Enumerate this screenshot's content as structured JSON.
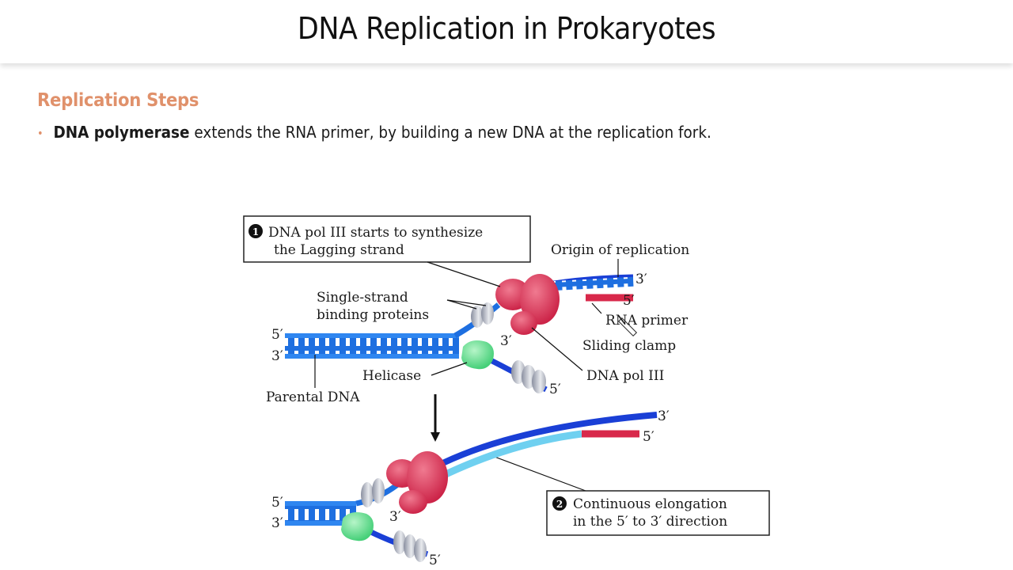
{
  "header": {
    "title": "DNA Replication in Prokaryotes"
  },
  "content": {
    "section_heading": "Replication Steps",
    "bullets": [
      {
        "bold": "DNA polymerase",
        "text": " extends the RNA primer, by building a new DNA at the replication fork."
      }
    ]
  },
  "diagram": {
    "callout1": {
      "number": "1",
      "line1": "DNA pol III starts to synthesize",
      "line2": "the Lagging strand"
    },
    "callout2": {
      "number": "2",
      "line1": "Continuous elongation",
      "line2": "in the 5′ to 3′ direction"
    },
    "labels": {
      "origin": "Origin of replication",
      "ssb_line1": "Single-strand",
      "ssb_line2": "binding proteins",
      "rna_primer": "RNA primer",
      "sliding_clamp": "Sliding clamp",
      "dna_pol": "DNA pol III",
      "helicase": "Helicase",
      "parental": "Parental DNA",
      "five_prime": "5′",
      "three_prime": "3′"
    },
    "colors": {
      "strand_blue": "#1e6fe0",
      "strand_dark_blue": "#1a3fd6",
      "new_strand_light": "#6fd0f0",
      "rna_primer_red": "#d8284a",
      "polymerase": "#d9405e",
      "helicase": "#5ddc8a",
      "ssb": "#b8bcc8",
      "heading_orange": "#e0916b"
    }
  }
}
